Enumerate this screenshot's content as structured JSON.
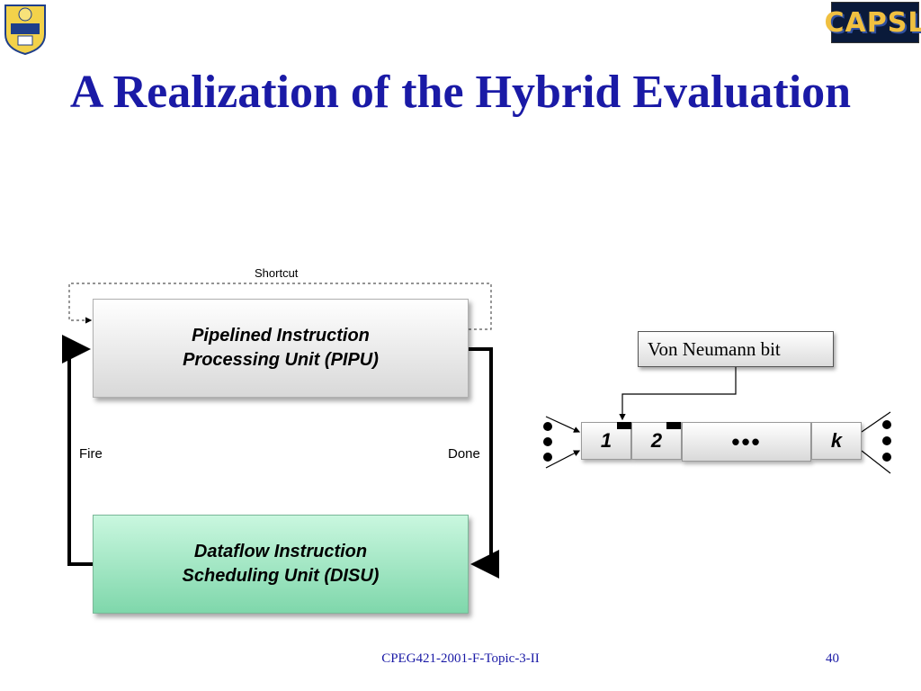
{
  "slide": {
    "title": "A Realization of the Hybrid Evaluation",
    "title_color": "#1a1aa6"
  },
  "logos": {
    "left": "University of Delaware seal",
    "right_text": "CAPSL"
  },
  "diagram": {
    "pipu_label_line1": "Pipelined Instruction",
    "pipu_label_line2": "Processing Unit (PIPU)",
    "disu_label_line1": "Dataflow Instruction",
    "disu_label_line2": "Scheduling Unit (DISU)",
    "shortcut_label": "Shortcut",
    "fire_label": "Fire",
    "done_label": "Done",
    "disu_color": "#7fd7ab"
  },
  "frame": {
    "von_neumann_label": "Von Neumann bit",
    "slot1": "1",
    "slot2": "2",
    "slot_ellipsis": "•••",
    "slotk": "k"
  },
  "footer": {
    "course": "CPEG421-2001-F-Topic-3-II",
    "page": "40"
  }
}
